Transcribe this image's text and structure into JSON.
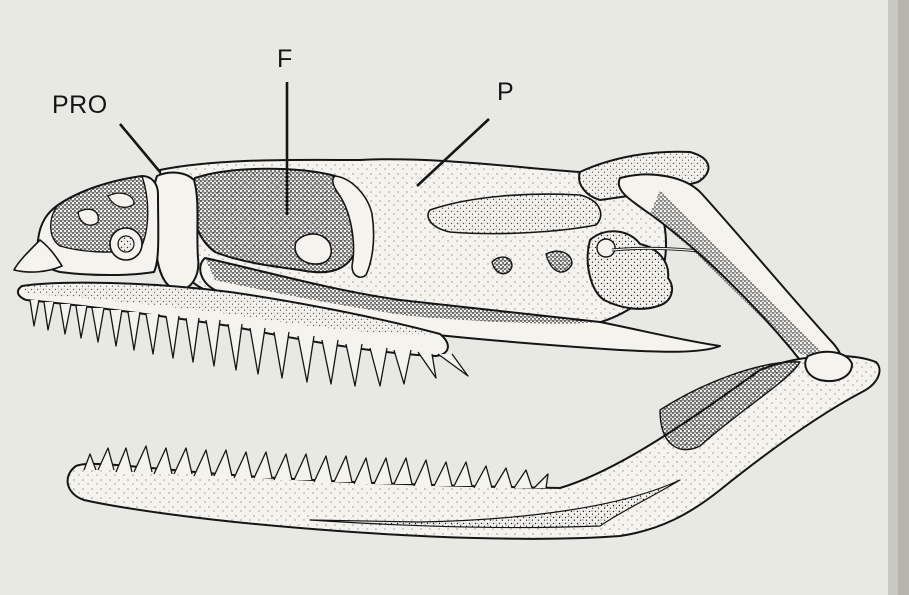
{
  "labels": {
    "pro": "PRO",
    "f": "F",
    "p": "P"
  },
  "colors": {
    "paper": "#e9e9e4",
    "ink": "#151515",
    "bone": "#f4f3ee",
    "stipple": "#2a2a2a"
  }
}
